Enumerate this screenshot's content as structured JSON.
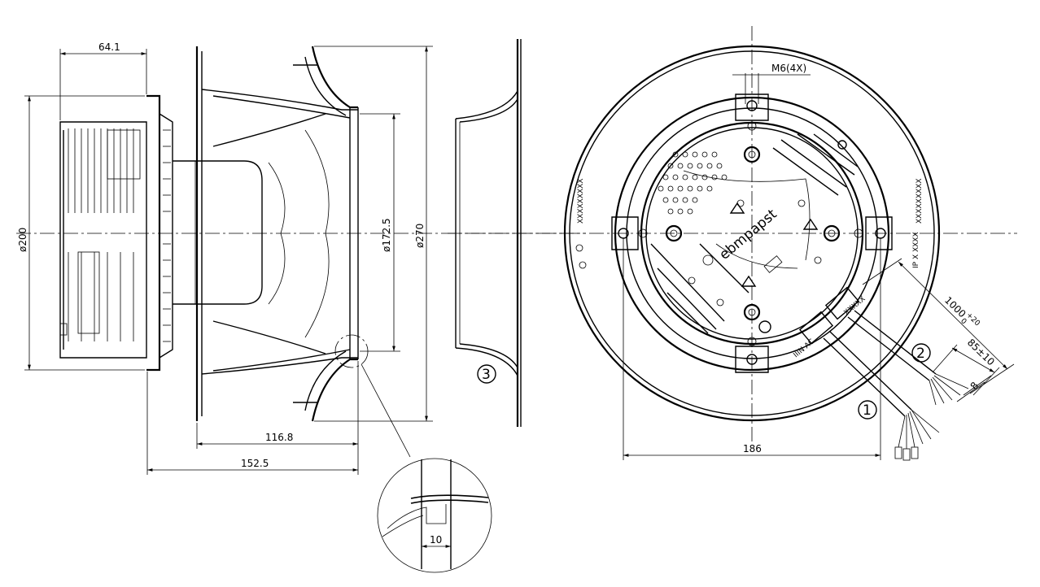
{
  "dimensions": {
    "motor_depth": "64.1",
    "motor_diameter": "ø200",
    "impeller_inlet_diameter": "ø172.5",
    "impeller_outer_diameter": "ø270",
    "impeller_height": "116.8",
    "overall_depth": "152.5",
    "detail_offset": "10",
    "mounting_thread": "M6(4X)",
    "hole_spacing": "186",
    "cable_length": "1000",
    "cable_tolerance_upper": "+20",
    "cable_tolerance_lower": "0",
    "strip_length": "85±10",
    "wire_strip": "8"
  },
  "balloons": {
    "cable_1": "1",
    "cable_2": "2",
    "inlet_ring": "3"
  },
  "brand": "ebmpapst",
  "markings": {
    "label_left": "XXXXXXXXX",
    "label_right": "XXXXXXXXX",
    "label_bottom_right": "IP X XXXX",
    "gland_label": "IIIN AC",
    "cable_label": "XXXXX"
  }
}
